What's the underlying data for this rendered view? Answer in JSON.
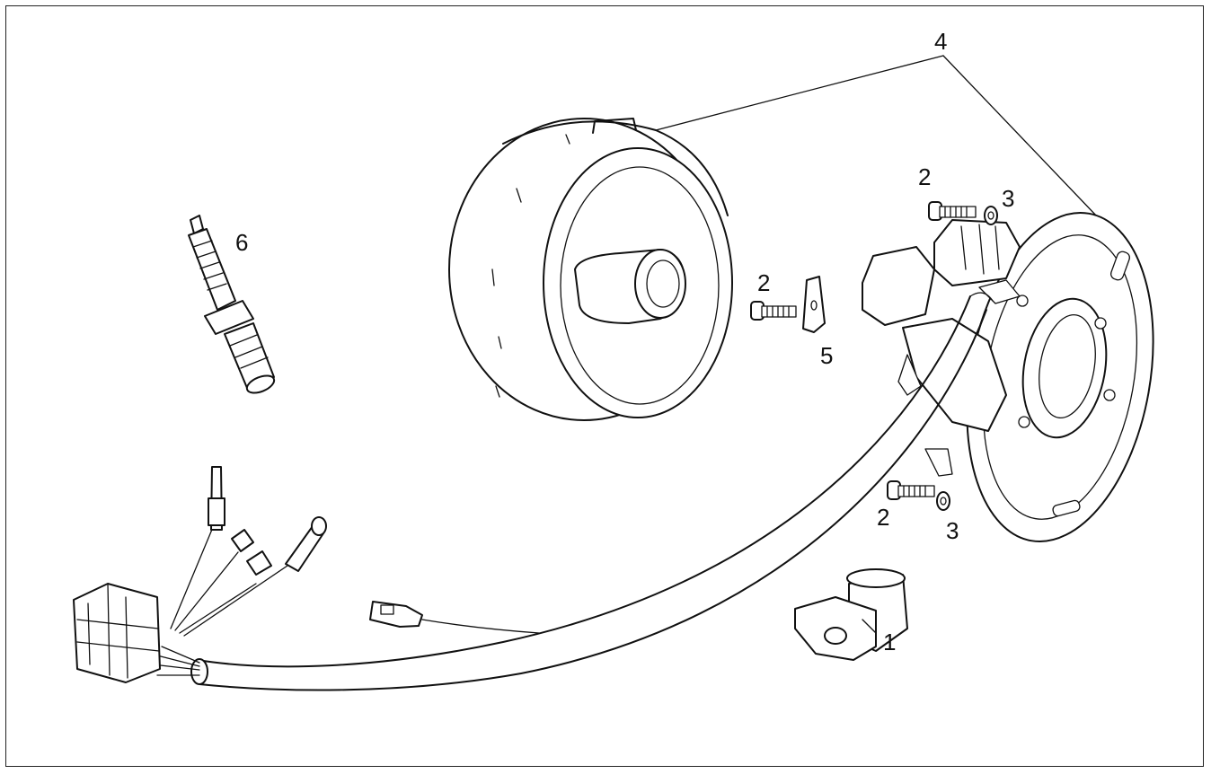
{
  "callouts": {
    "p1": "1",
    "p2_top": "2",
    "p2_mid": "2",
    "p2_bottom": "2",
    "p3_top": "3",
    "p3_bottom": "3",
    "p4": "4",
    "p5": "5",
    "p6": "6"
  }
}
